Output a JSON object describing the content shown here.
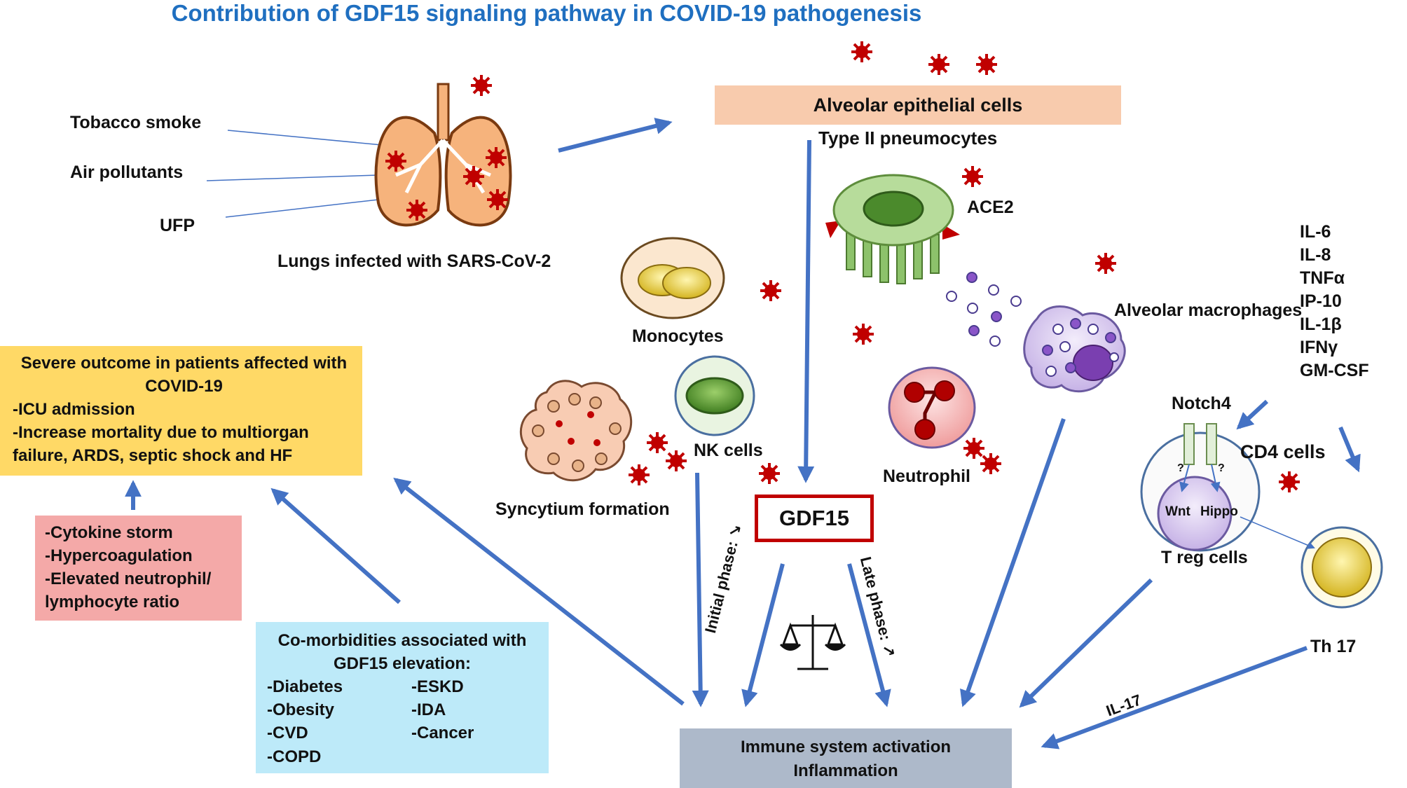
{
  "title": "Contribution of GDF15 signaling pathway in COVID-19 pathogenesis",
  "risk_factors": [
    "Tobacco smoke",
    "Air pollutants",
    "UFP"
  ],
  "lungs_label": "Lungs infected with SARS-CoV-2",
  "alveolar_epithelial": "Alveolar epithelial cells",
  "type2": "Type II pneumocytes",
  "ace2": "ACE2",
  "cells": {
    "monocytes": "Monocytes",
    "nk": "NK cells",
    "syncytium": "Syncytium formation",
    "neutrophil": "Neutrophil",
    "macrophages": "Alveolar macrophages",
    "notch4": "Notch4",
    "cd4": "CD4 cells",
    "wnt": "Wnt",
    "hippo": "Hippo",
    "treg": "T reg cells",
    "th17": "Th 17",
    "question": "?"
  },
  "cytokines": [
    "IL-6",
    "IL-8",
    "TNFα",
    "IP-10",
    "IL-1β",
    "IFNγ",
    "GM-CSF"
  ],
  "gdf15": "GDF15",
  "initial_phase": "Initial phase: ↘",
  "late_phase": "Late phase: ↗",
  "il17": "IL-17",
  "severe": {
    "title": "Severe outcome in patients affected with COVID-19",
    "lines": [
      "-ICU admission",
      "-Increase mortality due to multiorgan failure, ARDS, septic shock and HF"
    ]
  },
  "cytokine_box": [
    "-Cytokine storm",
    "-Hypercoagulation",
    "-Elevated neutrophil/ lymphocyte ratio"
  ],
  "comorbidities": {
    "title": "Co-morbidities associated with GDF15 elevation:",
    "left": [
      "-Diabetes",
      "-Obesity",
      "-CVD",
      "-COPD"
    ],
    "right": [
      "-ESKD",
      "-IDA",
      "-Cancer"
    ]
  },
  "immune": [
    "Immune system activation",
    "Inflammation"
  ],
  "colors": {
    "title": "#1f6fc0",
    "arrow": "#4472c4",
    "gdf15_border": "#c00000",
    "virus": "#c00000"
  }
}
